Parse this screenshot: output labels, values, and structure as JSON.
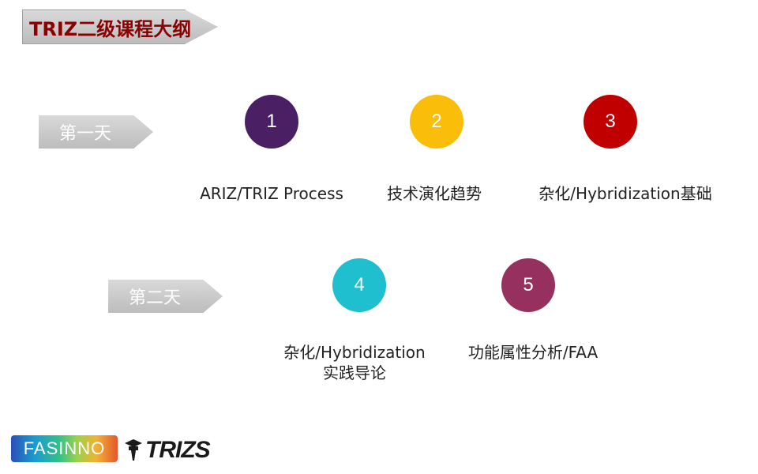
{
  "header": {
    "title": "TRIZ二级课程大纲"
  },
  "days": [
    {
      "label": "第一天"
    },
    {
      "label": "第二天"
    }
  ],
  "items": [
    {
      "number": "1",
      "label_lines": [
        "ARIZ/TRIZ Process"
      ],
      "color": "#4a1f63"
    },
    {
      "number": "2",
      "label_lines": [
        "技术演化趋势"
      ],
      "color": "#f9bd0a"
    },
    {
      "number": "3",
      "label_lines": [
        "杂化/Hybridization基础"
      ],
      "color": "#c00000"
    },
    {
      "number": "4",
      "label_lines": [
        "杂化/Hybridization",
        "实践导论"
      ],
      "color": "#1fbfcf"
    },
    {
      "number": "5",
      "label_lines": [
        "功能属性分析/FAA"
      ],
      "color": "#96305f"
    }
  ],
  "logos": {
    "fasinno": "FASINNO",
    "trizs": "TRIZS"
  }
}
